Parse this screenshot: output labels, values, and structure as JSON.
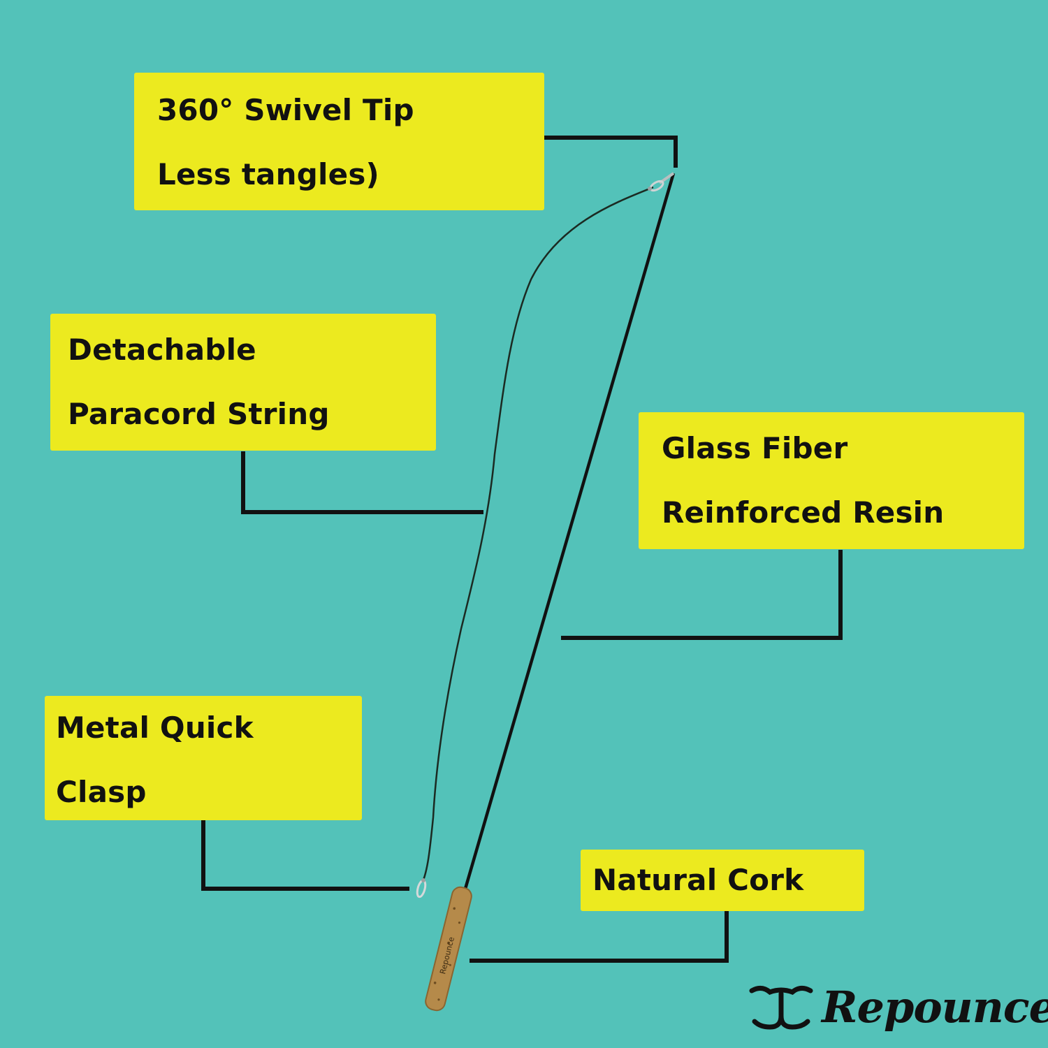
{
  "colors": {
    "background": "#53c2b9",
    "callout": "#ecea1f",
    "text": "#111111",
    "cork": "#b58a4a",
    "rod": "#111111"
  },
  "callouts": {
    "swivel_tip": {
      "line1": "360° Swivel Tip",
      "line2": "Less tangles)"
    },
    "paracord": {
      "line1": "Detachable",
      "line2": "Paracord String"
    },
    "resin": {
      "line1": "Glass Fiber",
      "line2": "Reinforced Resin"
    },
    "clasp": {
      "line1": "Metal Quick",
      "line2": "Clasp"
    },
    "cork": {
      "line1": "Natural Cork"
    }
  },
  "brand": {
    "name": "Repounce",
    "icon": "cat-face-logo-icon"
  },
  "handle_engraving": "Repounce"
}
